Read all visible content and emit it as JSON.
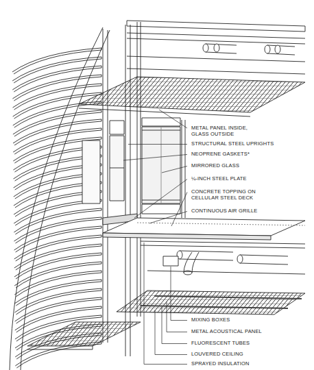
{
  "diagram": {
    "labels": [
      "METAL PANEL INSIDE, GLASS OUTSIDE",
      "STRUCTURAL STEEL UPRIGHTS",
      "NEOPRENE GASKETS*",
      "MIRRORED GLASS",
      "¼-INCH STEEL PLATE",
      "CONCRETE TOPPING ON CELLULAR STEEL DECK",
      "CONTINUOUS AIR GRILLE",
      "MIXING BOXES",
      "METAL ACOUSTICAL PANEL",
      "FLUORESCENT TUBES",
      "LOUVERED CEILING",
      "SPRAYED INSULATION"
    ]
  }
}
